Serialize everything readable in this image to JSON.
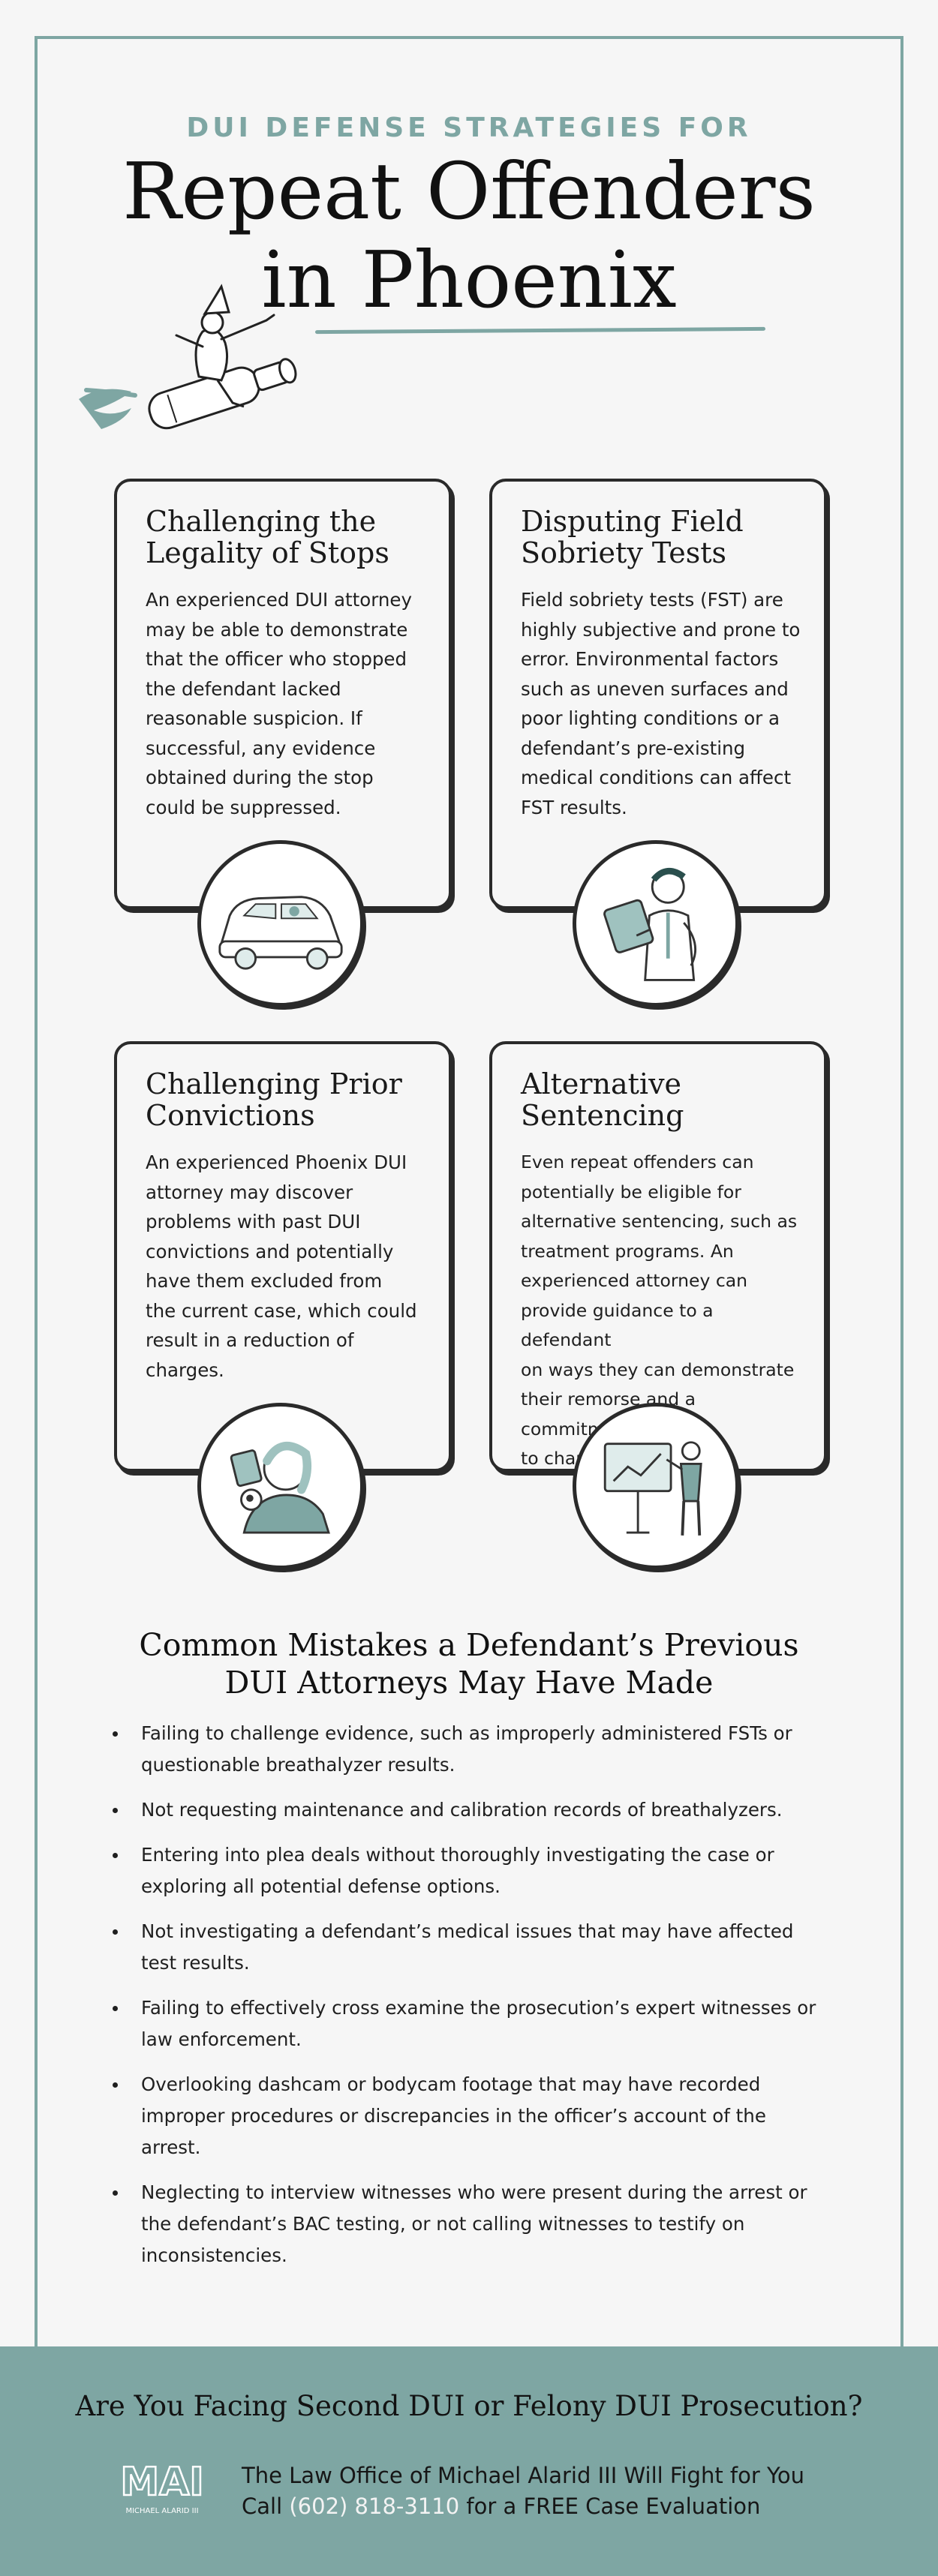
{
  "header": {
    "kicker": "DUI DEFENSE STRATEGIES FOR",
    "title_line1": "Repeat Offenders",
    "title_line2": "in Phoenix"
  },
  "cards": [
    {
      "title_line1": "Challenging the",
      "title_line2": "Legality of Stops",
      "body_lines": [
        "An experienced DUI attorney",
        "may be able to demonstrate",
        "that the officer who stopped",
        "the defendant lacked",
        "reasonable suspicion. If",
        "successful, any evidence",
        "obtained during the stop",
        "could be suppressed."
      ],
      "icon": "car-icon"
    },
    {
      "title_line1": "Disputing Field",
      "title_line2": "Sobriety Tests",
      "body_lines": [
        "Field sobriety tests (FST) are",
        "highly subjective and prone to",
        "error. Environmental factors",
        "such as uneven surfaces and",
        "poor lighting conditions or a",
        "defendant’s pre-existing",
        "medical conditions can affect",
        "FST results."
      ],
      "icon": "doctor-icon"
    },
    {
      "title_line1": "Challenging Prior",
      "title_line2": "Convictions",
      "body_lines": [
        "An experienced Phoenix DUI",
        "attorney may discover",
        "problems with past DUI",
        "convictions and potentially",
        "have them excluded from",
        "the current case, which could",
        "result in a reduction of",
        "charges."
      ],
      "icon": "person-reading-icon"
    },
    {
      "title_line1": "Alternative",
      "title_line2": "Sentencing",
      "body_lines": [
        "Even repeat offenders can",
        "potentially be eligible for",
        "alternative sentencing, such as",
        "treatment programs. An",
        "experienced attorney can",
        "provide guidance to a defendant",
        "on ways they can demonstrate",
        "their remorse and a commitment",
        "to change."
      ],
      "icon": "presentation-icon"
    }
  ],
  "mistakes": {
    "title_line1": "Common Mistakes a Defendant’s Previous",
    "title_line2": "DUI Attorneys May Have Made",
    "items": [
      [
        "Failing to challenge evidence, such as improperly administered FSTs or",
        "questionable breathalyzer results."
      ],
      [
        "Not requesting maintenance and calibration records of breathalyzers."
      ],
      [
        "Entering into plea deals without thoroughly investigating the case or",
        "exploring all potential defense options."
      ],
      [
        "Not investigating a defendant’s medical issues that may have affected",
        "test results."
      ],
      [
        "Failing to effectively cross examine the prosecution’s expert witnesses or",
        "law enforcement."
      ],
      [
        "Overlooking dashcam or bodycam footage that may have recorded",
        "improper procedures or discrepancies in the officer’s account of the",
        "arrest."
      ],
      [
        "Neglecting to interview witnesses who were present during the arrest or",
        "the defendant’s BAC testing, or not calling witnesses to testify on",
        "inconsistencies."
      ]
    ]
  },
  "footer": {
    "cta": "Are You Facing Second DUI or Felony DUI Prosecution?",
    "line1": "The Law Office of Michael Alarid III Will Fight for You",
    "call_prefix": "Call ",
    "phone": "(602) 818-3110",
    "call_suffix": " for a FREE Case Evaluation",
    "logo_mark": "MAI",
    "logo_name": "MICHAEL ALARID III"
  },
  "colors": {
    "accent": "#7ea6a3",
    "ink": "#1f1f1f",
    "background": "#f6f6f6"
  }
}
